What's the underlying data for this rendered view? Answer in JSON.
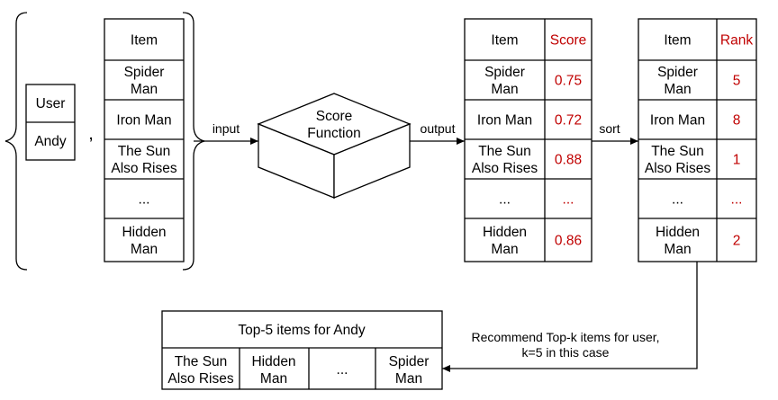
{
  "user_table": {
    "header": "User",
    "value": "Andy"
  },
  "comma": ",",
  "items_table": {
    "header": "Item",
    "rows": [
      [
        "Spider",
        "Man"
      ],
      [
        "Iron Man"
      ],
      [
        "The Sun",
        "Also Rises"
      ],
      [
        "..."
      ],
      [
        "Hidden",
        "Man"
      ]
    ]
  },
  "input_label": "input",
  "score_function": {
    "lines": [
      "Score",
      "Function"
    ]
  },
  "output_label": "output",
  "score_table": {
    "headers": [
      "Item",
      "Score"
    ],
    "rows": [
      {
        "item": [
          "Spider",
          "Man"
        ],
        "value": "0.75"
      },
      {
        "item": [
          "Iron Man"
        ],
        "value": "0.72"
      },
      {
        "item": [
          "The Sun",
          "Also Rises"
        ],
        "value": "0.88"
      },
      {
        "item": [
          "..."
        ],
        "value": "..."
      },
      {
        "item": [
          "Hidden",
          "Man"
        ],
        "value": "0.86"
      }
    ]
  },
  "sort_label": "sort",
  "rank_table": {
    "headers": [
      "Item",
      "Rank"
    ],
    "rows": [
      {
        "item": [
          "Spider",
          "Man"
        ],
        "value": "5"
      },
      {
        "item": [
          "Iron Man"
        ],
        "value": "8"
      },
      {
        "item": [
          "The Sun",
          "Also Rises"
        ],
        "value": "1"
      },
      {
        "item": [
          "..."
        ],
        "value": "..."
      },
      {
        "item": [
          "Hidden",
          "Man"
        ],
        "value": "2"
      }
    ]
  },
  "recommend_label": [
    "Recommend Top-k items for user,",
    "k=5 in this case"
  ],
  "topk_table": {
    "title": "Top-5 items for Andy",
    "cells": [
      [
        "The Sun",
        "Also Rises"
      ],
      [
        "Hidden",
        "Man"
      ],
      [
        "..."
      ],
      [
        "Spider",
        "Man"
      ]
    ]
  },
  "colors": {
    "line": "#000000",
    "highlight": "#c00000",
    "background": "#ffffff"
  }
}
